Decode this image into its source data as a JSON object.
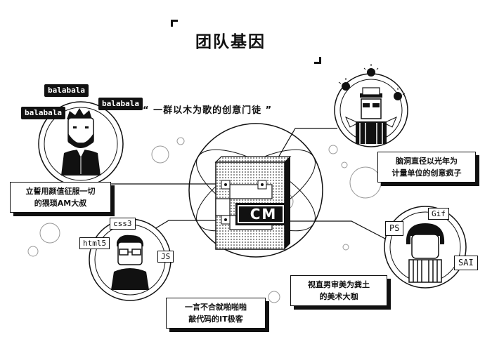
{
  "title": "团队基因",
  "slogan": "“ 一群以木为歌的创意门徒 ”",
  "logo_text": "CM",
  "members": {
    "uncle": {
      "bubbles": [
        "balabala",
        "balabala",
        "balabala"
      ],
      "caption_line1": "立誓用颜值征服一切",
      "caption_line2": "的猥琐AM大叔"
    },
    "creative": {
      "caption_line1": "脑洞直径以光年为",
      "caption_line2": "计量单位的创意疯子"
    },
    "it": {
      "tags": [
        "css3",
        "html5",
        "JS"
      ],
      "caption_line1": "一言不合就啪啪啪",
      "caption_line2": "敲代码的IT极客"
    },
    "designer": {
      "tags": [
        "PS",
        "Gif",
        "SAI"
      ],
      "caption_line1": "视直男审美为粪土",
      "caption_line2": "的美术大咖"
    }
  }
}
